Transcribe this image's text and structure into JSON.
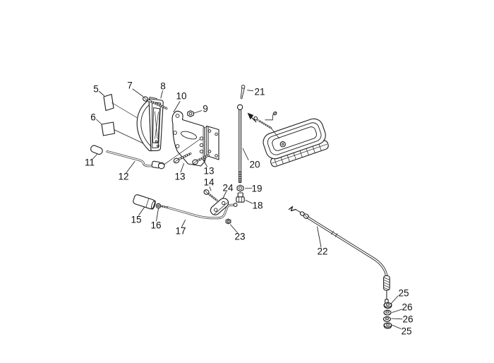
{
  "colors": {
    "background": "#ffffff",
    "line": "#1c1c1c",
    "label_text": "#111111"
  },
  "callouts": {
    "c5": "5",
    "c6": "6",
    "c7": "7",
    "c8": "8",
    "c9": "9",
    "c10": "10",
    "c11": "11",
    "c12": "12",
    "c13a": "13",
    "c13b": "13",
    "c14": "14",
    "c15": "15",
    "c16": "16",
    "c17": "17",
    "c18": "18",
    "c19": "19",
    "c20": "20",
    "c21": "21",
    "c22": "22",
    "c23": "23",
    "c24": "24",
    "c25a": "25",
    "c26a": "26",
    "c26b": "26",
    "c25b": "25"
  }
}
